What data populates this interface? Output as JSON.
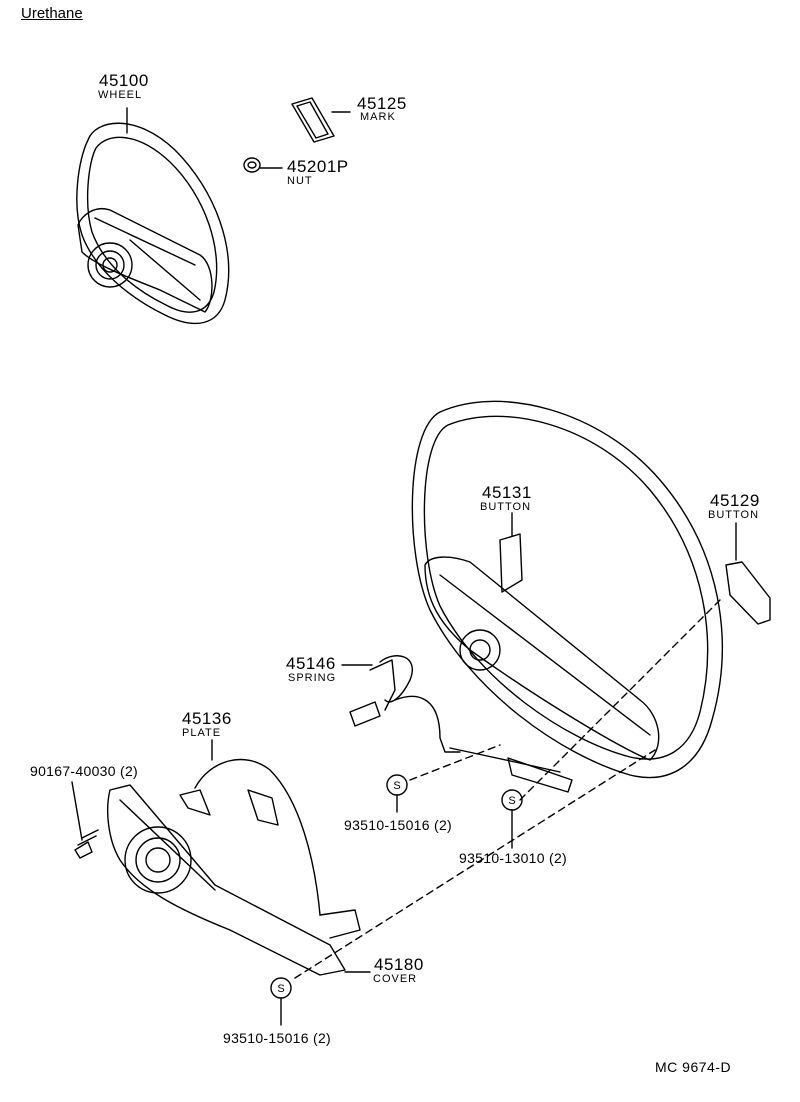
{
  "header": {
    "title": "Urethane"
  },
  "parts": [
    {
      "number": "45100",
      "name": "WHEEL"
    },
    {
      "number": "45125",
      "name": "MARK"
    },
    {
      "number": "45201P",
      "name": "NUT"
    },
    {
      "number": "45131",
      "name": "BUTTON"
    },
    {
      "number": "45129",
      "name": "BUTTON"
    },
    {
      "number": "45146",
      "name": "SPRING"
    },
    {
      "number": "45136",
      "name": "PLATE"
    },
    {
      "number": "45180",
      "name": "COVER"
    }
  ],
  "fasteners": [
    {
      "number": "90167-40030 (2)"
    },
    {
      "number": "93510-15016 (2)",
      "symbol": "S"
    },
    {
      "number": "93510-13010 (2)",
      "symbol": "S"
    },
    {
      "number": "93510-15016 (2)",
      "symbol": "S"
    }
  ],
  "footer": {
    "reference": "MC  9674-D"
  }
}
